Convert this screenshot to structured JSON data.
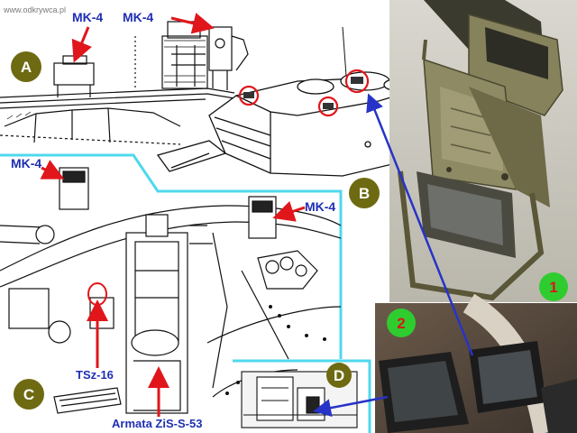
{
  "watermark": "www.odkrywca.pl",
  "labels": {
    "mk4_a_left": "MK-4",
    "mk4_a_right": "MK-4",
    "mk4_c_left": "MK-4",
    "mk4_c_right": "MK-4",
    "tsz": "TSz-16",
    "armata": "Armata ZiS-S-53"
  },
  "panels": {
    "a": "A",
    "b": "B",
    "c": "C",
    "d": "D",
    "one": "1",
    "two": "2"
  },
  "colors": {
    "label_blue": "#1f2fb3",
    "arrow_red": "#e0161b",
    "arrow_blue": "#2733c7",
    "frame_cyan": "#4fd8ee",
    "badge_olive": "#6e6a12",
    "badge_green": "#2fcc2f",
    "periscope_olive": "#7e7a55"
  }
}
